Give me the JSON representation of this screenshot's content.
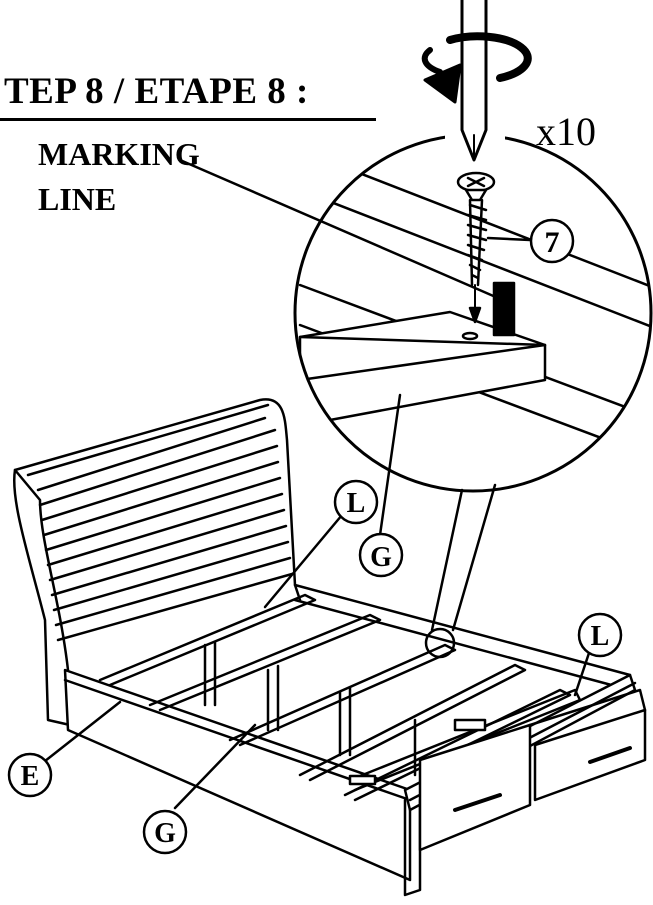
{
  "step_title": "TEP 8 / ETAPE 8 :",
  "quantity": "x10",
  "marking_line": {
    "line1": "MARKING",
    "line2": "LINE"
  },
  "callouts": {
    "screw": "7",
    "part_g_detail": "G",
    "part_l_left": "L",
    "part_l_right": "L",
    "part_e": "E",
    "part_g_bottom": "G"
  }
}
